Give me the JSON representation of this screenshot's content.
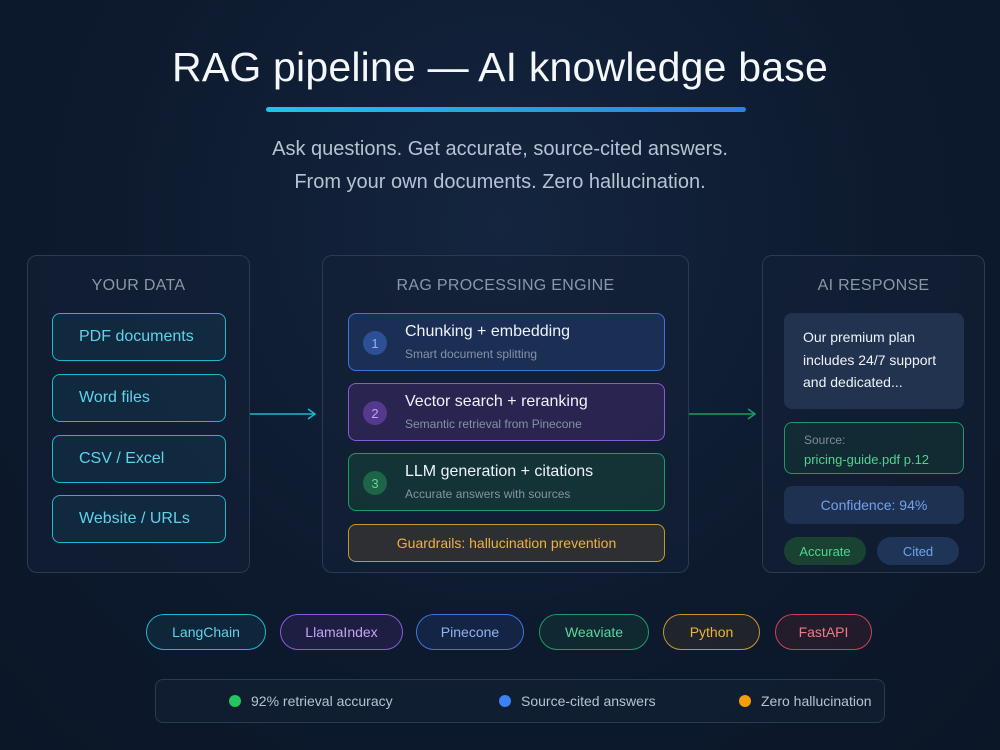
{
  "header": {
    "title": "RAG pipeline — AI knowledge base",
    "subtitle_line1": "Ask questions. Get accurate, source-cited answers.",
    "subtitle_line2": "From your own documents. Zero hallucination.",
    "accent_gradient": [
      "#22c3e6",
      "#2f7fe6"
    ]
  },
  "data_panel": {
    "title": "YOUR DATA",
    "sources": [
      "PDF documents",
      "Word files",
      "CSV / Excel",
      "Website / URLs"
    ],
    "color": "#1fb6cf"
  },
  "engine_panel": {
    "title": "RAG PROCESSING ENGINE",
    "steps": [
      {
        "number": "1",
        "title": "Chunking + embedding",
        "subtitle": "Smart document splitting",
        "color": "#3f74d8"
      },
      {
        "number": "2",
        "title": "Vector search + reranking",
        "subtitle": "Semantic retrieval from Pinecone",
        "color": "#8a5ad6"
      },
      {
        "number": "3",
        "title": "LLM generation + citations",
        "subtitle": "Accurate answers with sources",
        "color": "#1f9a63"
      }
    ],
    "guardrail": "Guardrails: hallucination prevention",
    "guardrail_color": "#c9952a"
  },
  "response_panel": {
    "title": "AI RESPONSE",
    "answer_lines": [
      "Our premium plan",
      "includes 24/7 support",
      "and dedicated..."
    ],
    "source_label": "Source:",
    "source_value": "pricing-guide.pdf p.12",
    "confidence": "Confidence: 94%",
    "badges": [
      "Accurate",
      "Cited"
    ]
  },
  "tech_stack": [
    {
      "label": "LangChain",
      "color": "#1fb6cf"
    },
    {
      "label": "LlamaIndex",
      "color": "#8a5ad6"
    },
    {
      "label": "Pinecone",
      "color": "#3f74d8"
    },
    {
      "label": "Weaviate",
      "color": "#1f9a63"
    },
    {
      "label": "Python",
      "color": "#c9952a"
    },
    {
      "label": "FastAPI",
      "color": "#c9444f"
    }
  ],
  "stats": [
    {
      "label": "92% retrieval accuracy",
      "color": "#22c55e"
    },
    {
      "label": "Source-cited answers",
      "color": "#3b82f6"
    },
    {
      "label": "Zero hallucination",
      "color": "#f59e0b"
    }
  ]
}
